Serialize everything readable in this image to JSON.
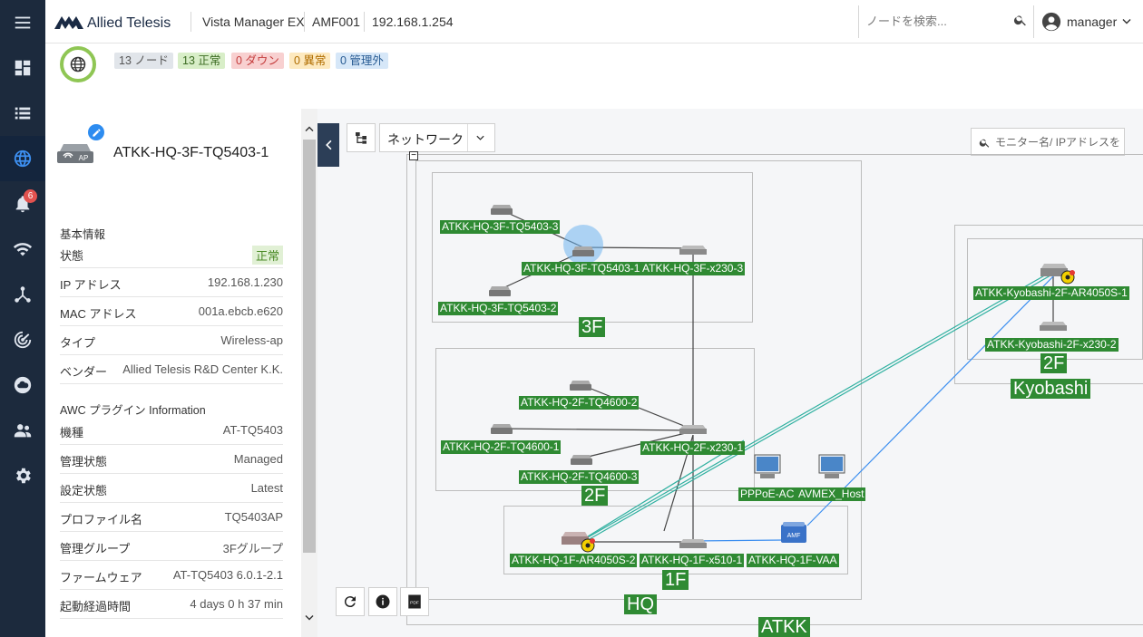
{
  "app": {
    "brand": "Allied Telesis",
    "product": "Vista Manager EX",
    "area": "AMF001",
    "ip": "192.168.1.254",
    "search_placeholder": "ノードを検索...",
    "user": "manager"
  },
  "nav": {
    "notification_count": "6",
    "items": [
      "menu-icon",
      "dashboard-icon",
      "list-icon",
      "globe-icon",
      "bell-icon",
      "wifi-icon",
      "topology-icon",
      "radar-icon",
      "cloud-icon",
      "users-icon",
      "gear-icon"
    ]
  },
  "summary": {
    "nodes": "13 ノード",
    "normal": "13 正常",
    "down": "0 ダウン",
    "abnormal": "0 異常",
    "unmanaged": "0 管理外"
  },
  "detail": {
    "device_name": "ATKK-HQ-3F-TQ5403-1",
    "device_tag": "AP",
    "basic_title": "基本情報",
    "basic": [
      {
        "k": "状態",
        "v": "正常"
      },
      {
        "k": "IP アドレス",
        "v": "192.168.1.230"
      },
      {
        "k": "MAC アドレス",
        "v": "001a.ebcb.e620"
      },
      {
        "k": "タイプ",
        "v": "Wireless-ap"
      },
      {
        "k": "ベンダー",
        "v": "Allied Telesis R&D Center K.K."
      }
    ],
    "awc_title": "AWC プラグイン Information",
    "awc": [
      {
        "k": "機種",
        "v": "AT-TQ5403"
      },
      {
        "k": "管理状態",
        "v": "Managed"
      },
      {
        "k": "設定状態",
        "v": "Latest"
      },
      {
        "k": "プロファイル名",
        "v": "TQ5403AP"
      },
      {
        "k": "管理グループ",
        "v": "3Fグループ"
      },
      {
        "k": "ファームウェア",
        "v": "AT-TQ5403 6.0.1-2.1"
      },
      {
        "k": "起動経過時間",
        "v": "4 days 0 h 37 min"
      }
    ]
  },
  "map": {
    "view_select": "ネットワーク",
    "search_placeholder": "モニター名/ IPアドレスを",
    "groups": {
      "hq3f": "3F",
      "hq2f": "2F",
      "hq1f": "1F",
      "hq": "HQ",
      "kyo2f": "2F",
      "kyobashi": "Kyobashi",
      "atkk": "ATKK"
    },
    "nodes": {
      "ap3f3": "ATKK-HQ-3F-TQ5403-3",
      "ap3f1": "ATKK-HQ-3F-TQ5403-1",
      "sw3f": "ATKK-HQ-3F-x230-3",
      "ap3f2": "ATKK-HQ-3F-TQ5403-2",
      "ap2f2": "ATKK-HQ-2F-TQ4600-2",
      "ap2f1": "ATKK-HQ-2F-TQ4600-1",
      "sw2f": "ATKK-HQ-2F-x230-1",
      "ap2f3": "ATKK-HQ-2F-TQ4600-3",
      "pppoe": "PPPoE-AC",
      "avmex": "AVMEX_Host",
      "rt1f": "ATKK-HQ-1F-AR4050S-2",
      "sw1f": "ATKK-HQ-1F-x510-1",
      "vaa": "ATKK-HQ-1F-VAA",
      "kyort": "ATKK-Kyobashi-2F-AR4050S-1",
      "kyosw": "ATKK-Kyobashi-2F-x230-2"
    }
  },
  "colors": {
    "sidebar": "#1c2a3d",
    "accent": "#3d8ff0",
    "label_green": "#2f8a33",
    "normal_green": "#8fc654"
  }
}
